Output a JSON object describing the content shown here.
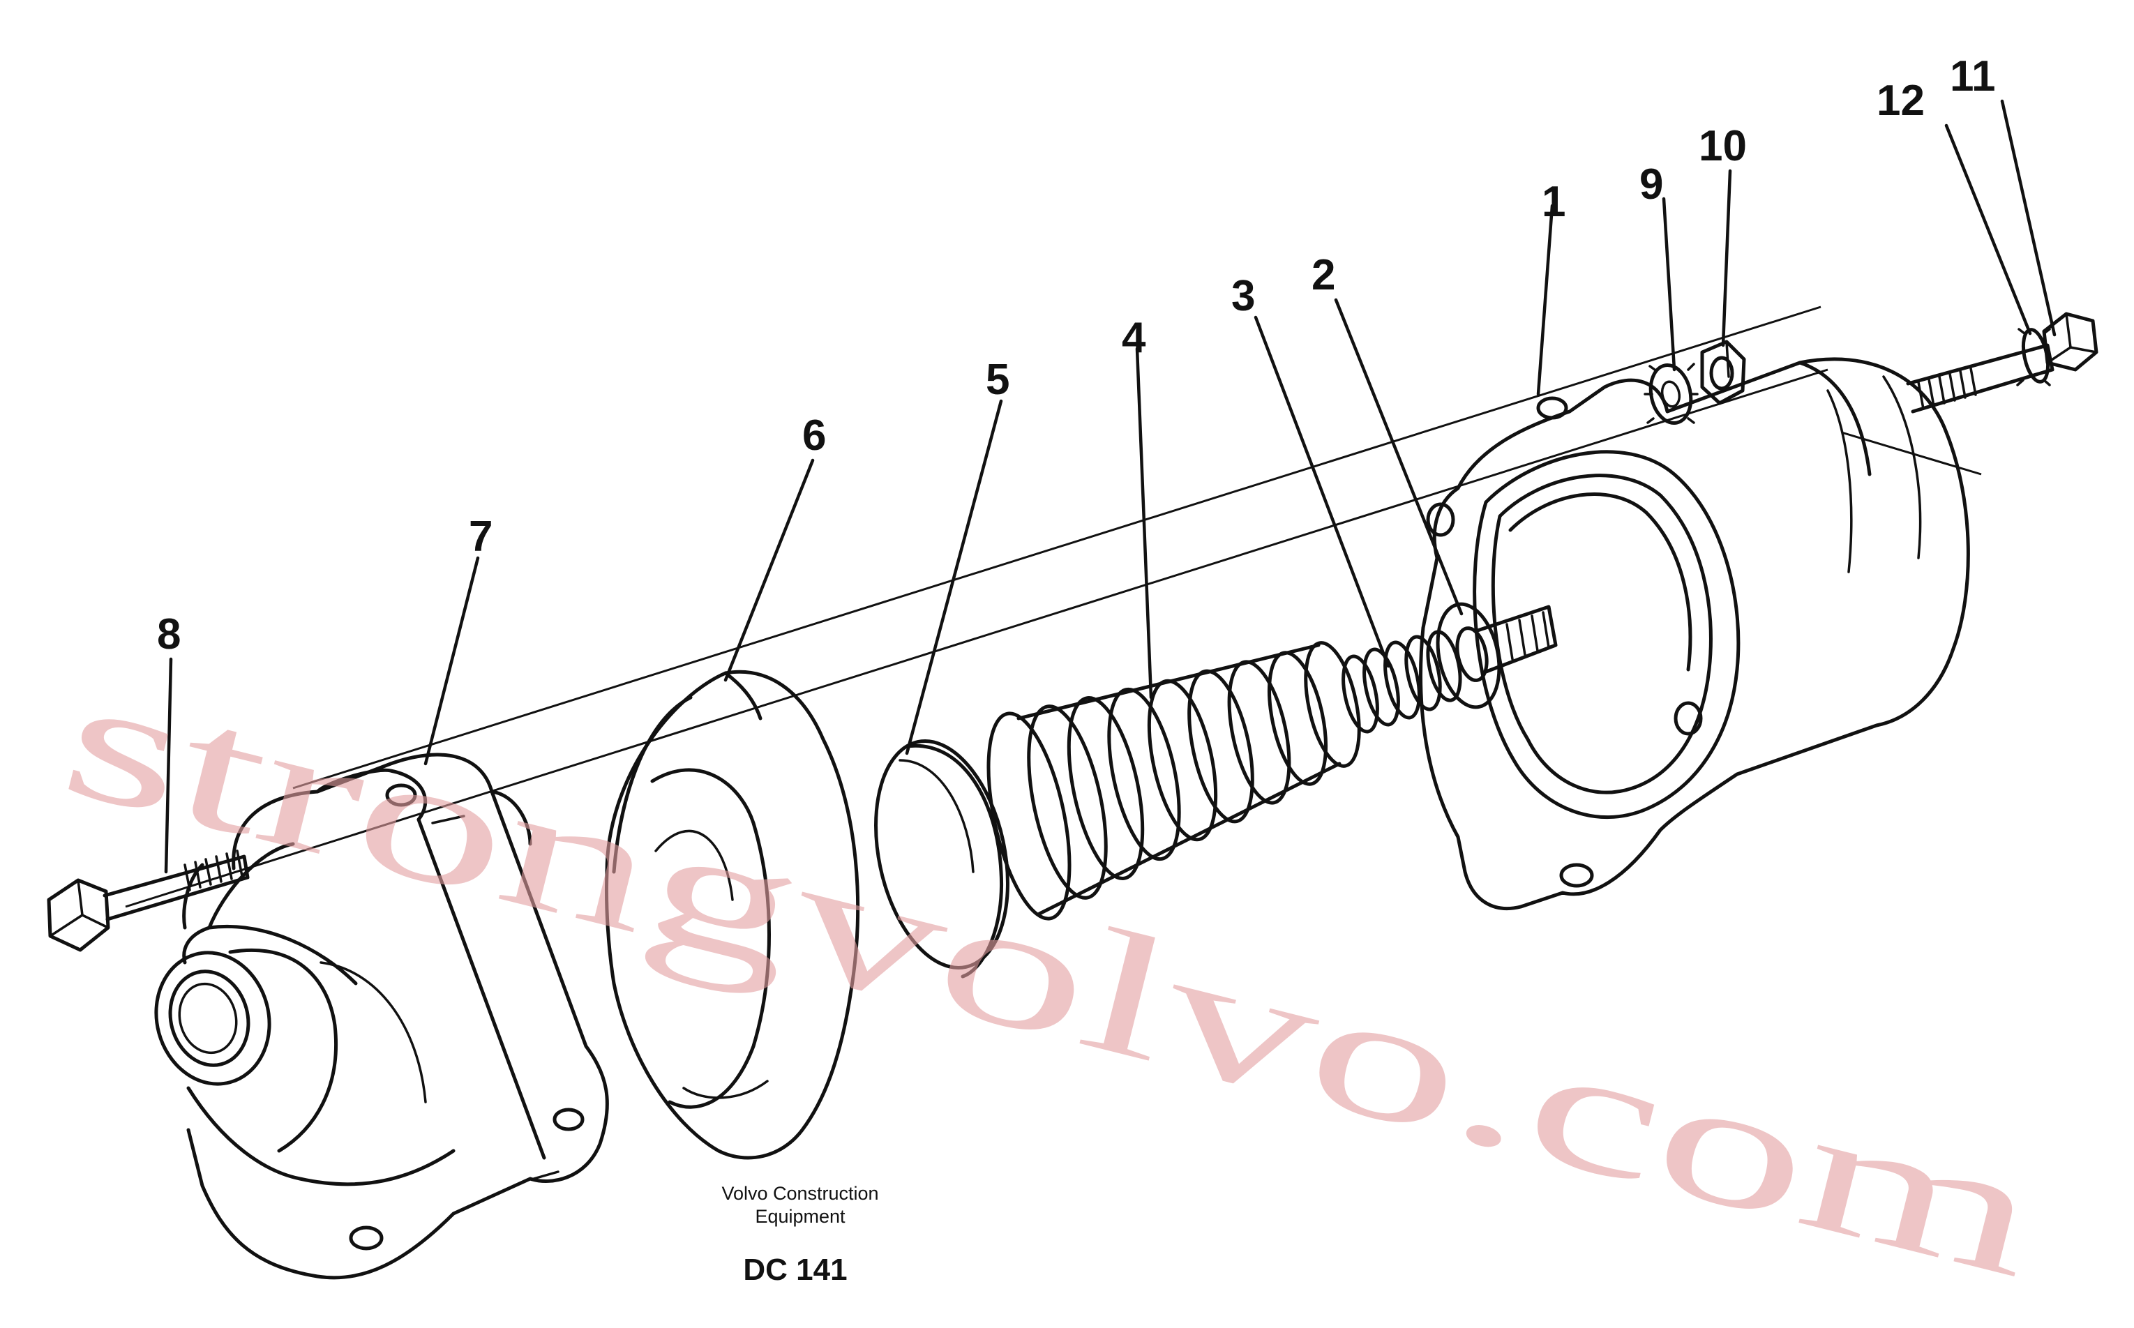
{
  "caption": {
    "line1": "Volvo Construction",
    "line2": "Equipment",
    "code": "DC 141"
  },
  "watermark": "strongvolvo.com",
  "callouts": {
    "c1": "1",
    "c2": "2",
    "c3": "3",
    "c4": "4",
    "c5": "5",
    "c6": "6",
    "c7": "7",
    "c8": "8",
    "c9": "9",
    "c10": "10",
    "c11": "11",
    "c12": "12"
  },
  "colors": {
    "line": "#111111",
    "watermark": "#e39ea0",
    "background": "#ffffff"
  }
}
